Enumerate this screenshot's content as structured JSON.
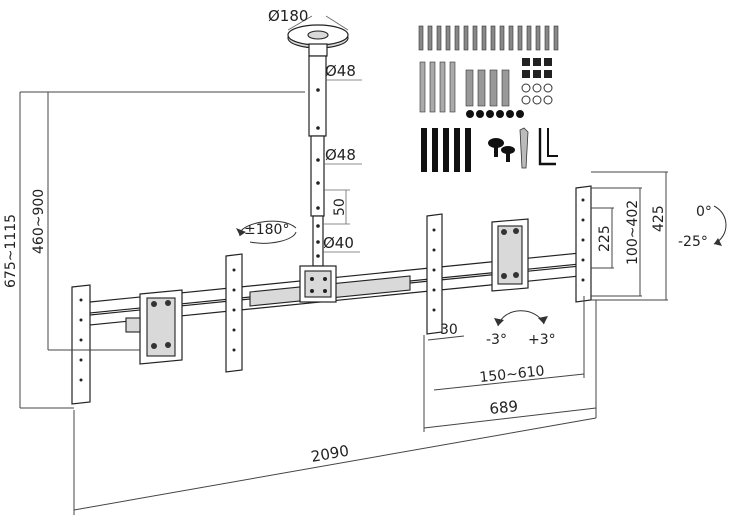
{
  "dimensions": {
    "flange_diameter": "Ø180",
    "upper_pole_diameter": "Ø48",
    "middle_pole_diameter": "Ø48",
    "lower_pole_diameter": "Ø40",
    "pole_step": "50",
    "rotation": "±180°",
    "full_height": "675~1115",
    "pole_height": "460~900",
    "total_width": "2090",
    "single_bracket_width": "689",
    "vesa_horizontal": "150~610",
    "arm_depth": "30",
    "vesa_vertical_min": "225",
    "vesa_vertical_range": "100~402",
    "bracket_height": "425",
    "roll_left": "-3°",
    "roll_right": "+3°",
    "tilt_up": "0°",
    "tilt_down": "-25°"
  }
}
